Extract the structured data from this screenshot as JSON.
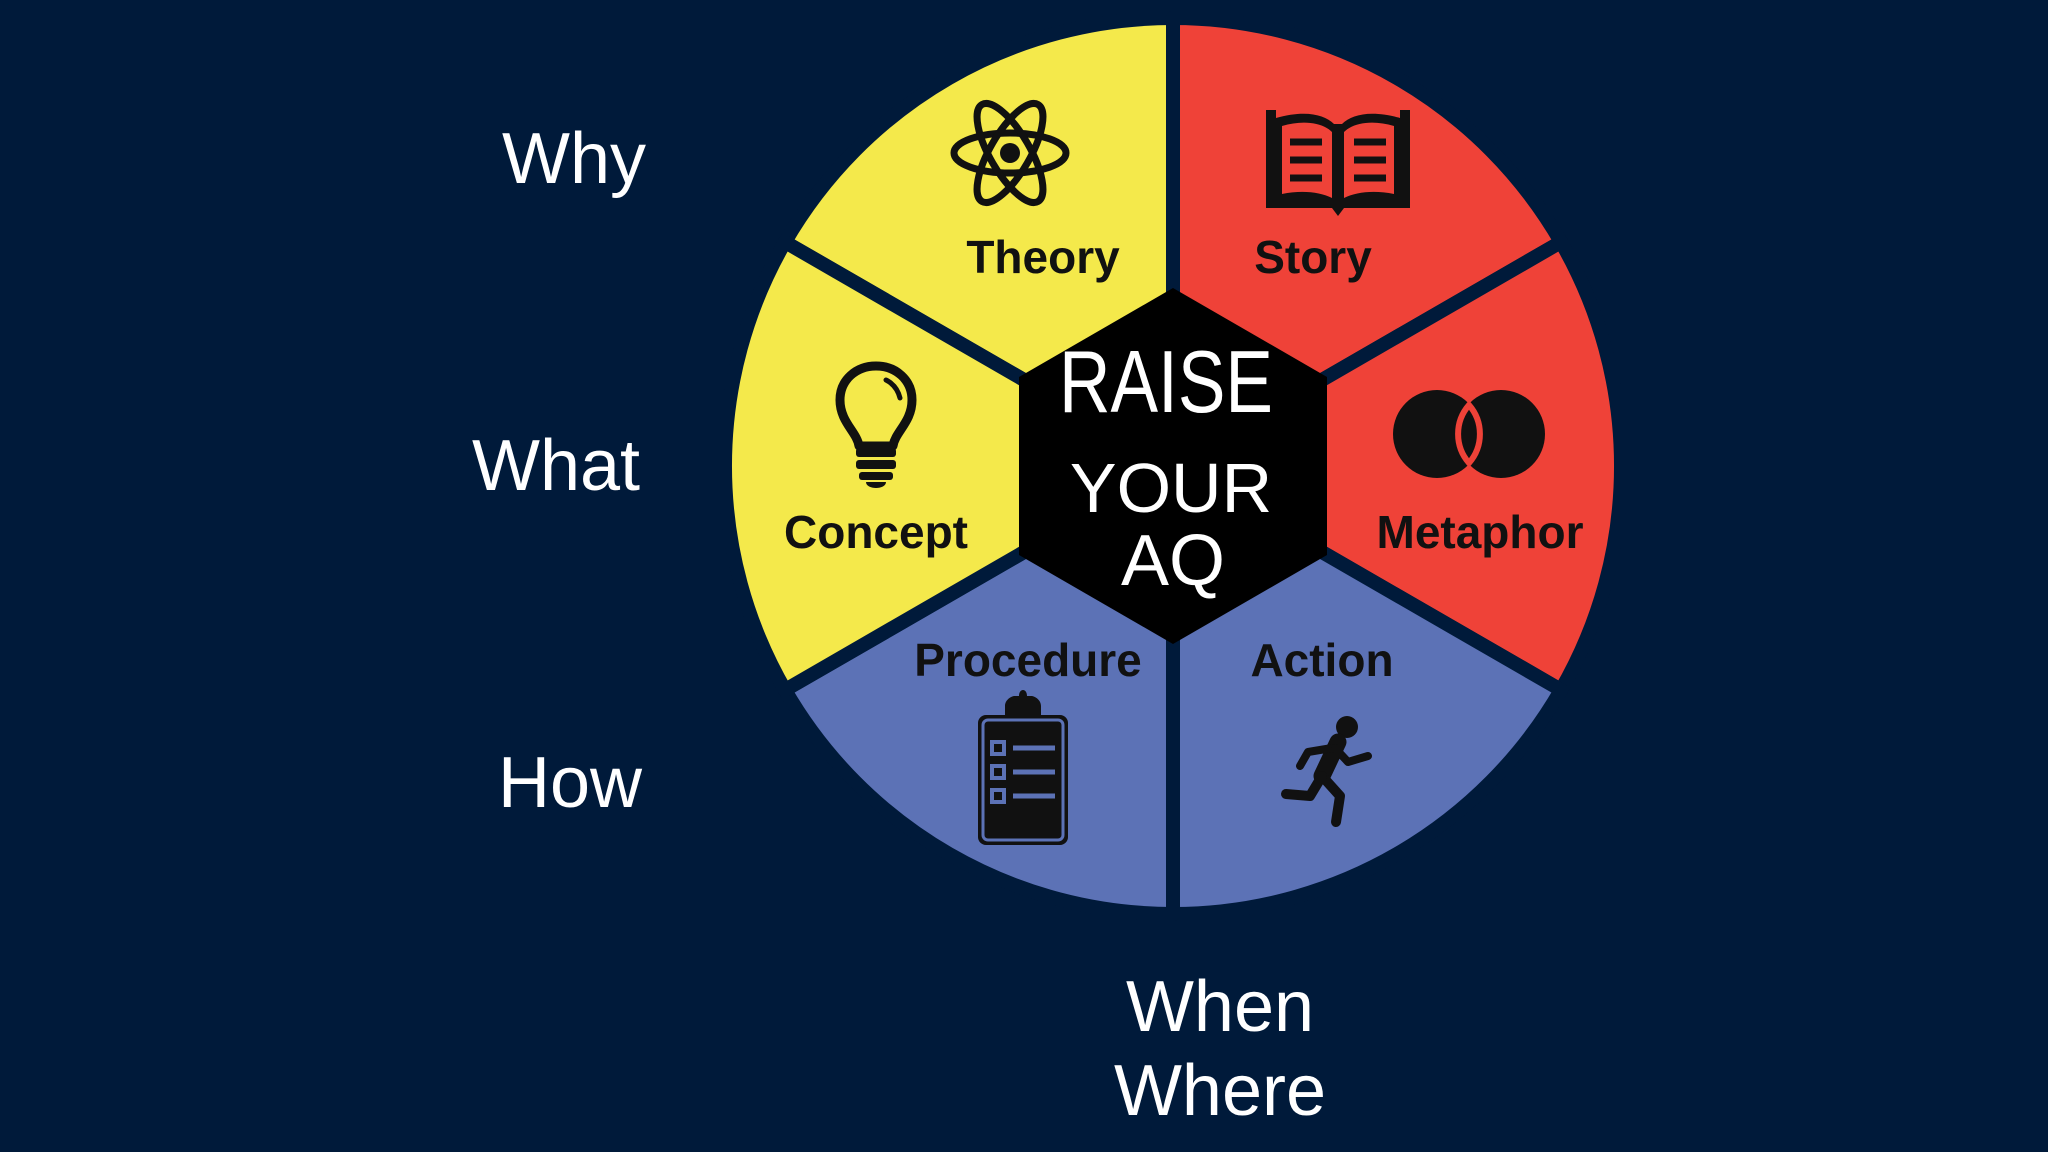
{
  "center": {
    "line1": "RAISE",
    "line2": "YOUR",
    "line3": "AQ"
  },
  "segments": [
    {
      "label": "Theory",
      "icon": "atom-icon",
      "color": "#f4e94b"
    },
    {
      "label": "Story",
      "icon": "open-book-icon",
      "color": "#ef4238"
    },
    {
      "label": "Metaphor",
      "icon": "venn-icon",
      "color": "#ef4238"
    },
    {
      "label": "Action",
      "icon": "running-person-icon",
      "color": "#5c72b6"
    },
    {
      "label": "Procedure",
      "icon": "clipboard-checklist-icon",
      "color": "#5c72b6"
    },
    {
      "label": "Concept",
      "icon": "lightbulb-icon",
      "color": "#f4e94b"
    }
  ],
  "side_labels": {
    "why": "Why",
    "what": "What",
    "how": "How"
  },
  "bottom_labels": {
    "when": "When",
    "where": "Where"
  },
  "colors": {
    "background": "#001a3a",
    "hub": "#000000",
    "text_dark": "#111111",
    "text_light": "#ffffff"
  }
}
